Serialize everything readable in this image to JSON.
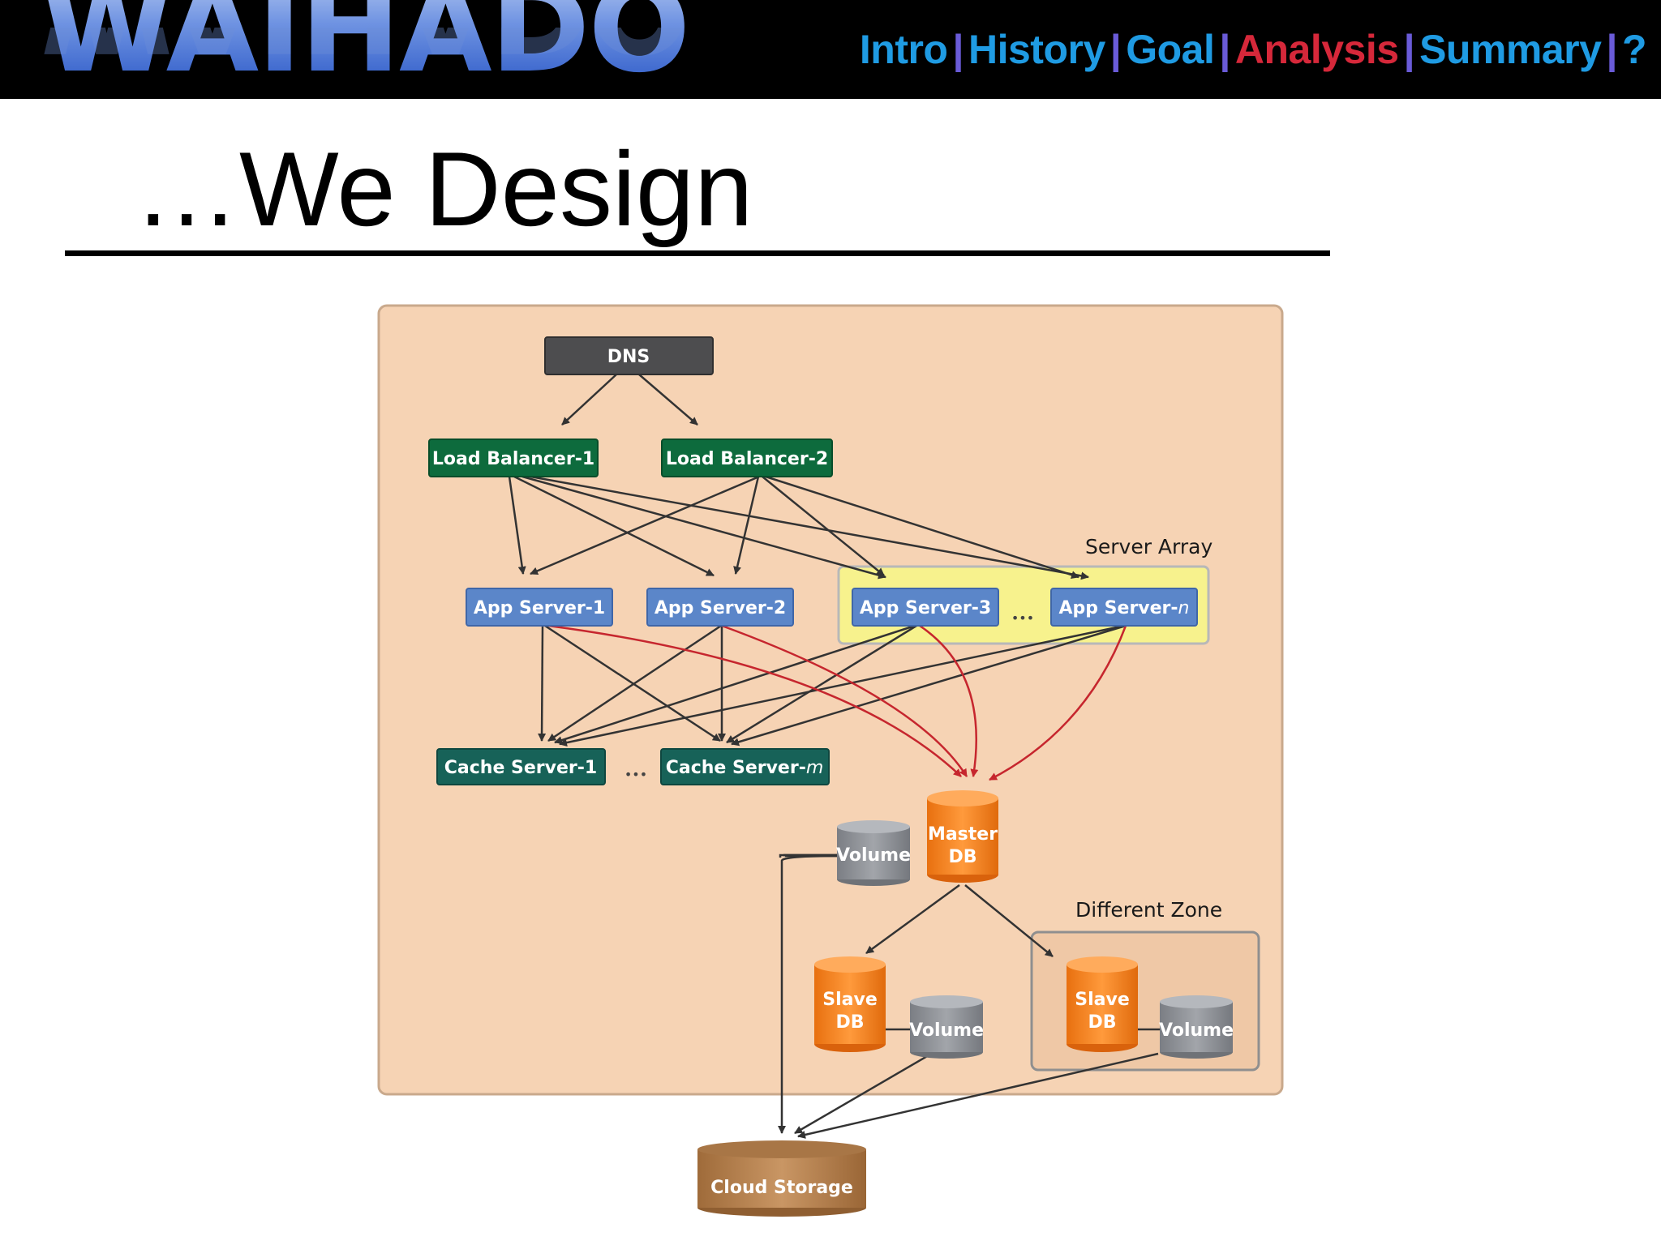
{
  "header": {
    "logo": "WAIHADO",
    "nav": [
      {
        "label": "Intro",
        "active": false
      },
      {
        "label": "History",
        "active": false
      },
      {
        "label": "Goal",
        "active": false
      },
      {
        "label": "Analysis",
        "active": true
      },
      {
        "label": "Summary",
        "active": false
      },
      {
        "label": "?",
        "active": false
      }
    ],
    "separator": "|",
    "colors": {
      "nav": "#1f9be3",
      "active": "#d6283a",
      "separator": "#6a5bd8"
    }
  },
  "slide": {
    "title": "…We Design"
  },
  "diagram": {
    "dns": "DNS",
    "load_balancers": [
      "Load Balancer-1",
      "Load Balancer-2"
    ],
    "server_array_label": "Server Array",
    "app_servers": [
      "App Server-1",
      "App Server-2",
      "App Server-3",
      "App Server-"
    ],
    "app_server_n_suffix": "n",
    "cache_servers": [
      "Cache Server-1",
      "Cache Server-"
    ],
    "cache_server_m_suffix": "m",
    "ellipsis": "•••",
    "master_db": [
      "Master",
      "DB"
    ],
    "volume": "Volume",
    "slave_db": [
      "Slave",
      "DB"
    ],
    "different_zone_label": "Different Zone",
    "cloud_storage": "Cloud Storage",
    "colors": {
      "background": "#f6d3b4",
      "dns": "#4d4d4f",
      "load_balancer": "#0d6b3d",
      "app_server": "#5b86c9",
      "cache_server": "#176258",
      "db": "#f0801e",
      "volume": "#8b8e93",
      "cloud_storage": "#b78453",
      "red_arrow": "#c6262e"
    }
  }
}
